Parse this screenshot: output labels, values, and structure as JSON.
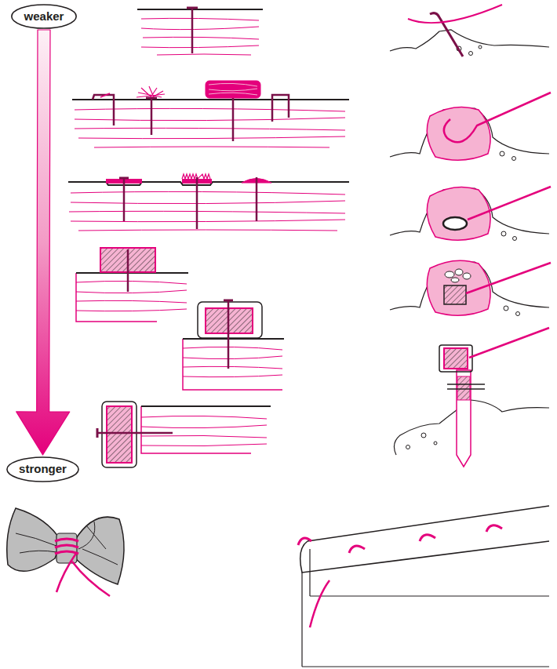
{
  "diagram": {
    "nodes": [
      {
        "text": [
          "weaker"
        ]
      },
      {
        "text": [
          "stronger"
        ]
      }
    ],
    "edges": [
      {
        "from": 0,
        "to": 1,
        "arrow": "to"
      }
    ]
  }
}
